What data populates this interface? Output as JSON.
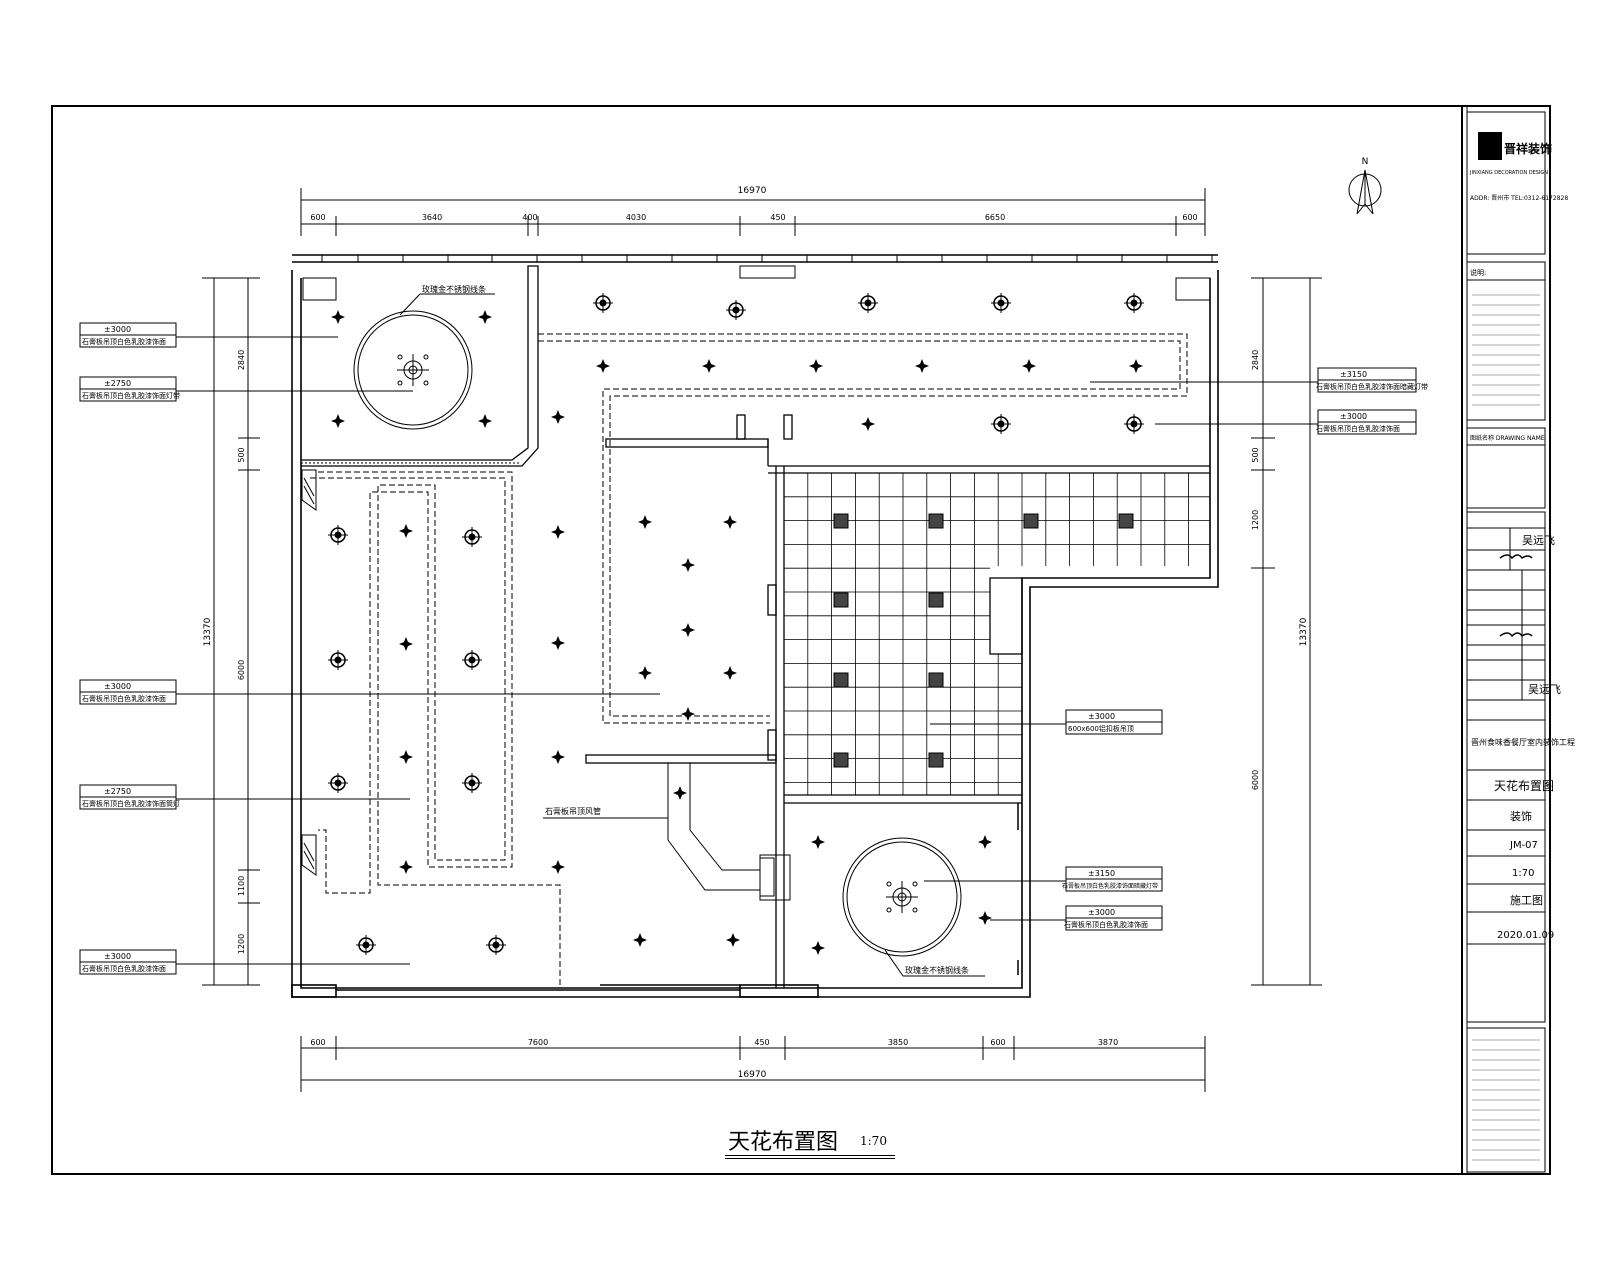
{
  "drawing": {
    "title": "天花布置图",
    "scale": "1:70",
    "north": "N"
  },
  "dimensions": {
    "top_total": "16970",
    "top_segments": [
      "600",
      "3640",
      "400",
      "4030",
      "450",
      "6650",
      "600"
    ],
    "bottom_total": "16970",
    "bottom_segments": [
      "600",
      "7600",
      "450",
      "3850",
      "600",
      "3870"
    ],
    "left_total": "13370",
    "left_segments": [
      "2840",
      "500",
      "6000",
      "1100",
      "1200"
    ],
    "right_total": "13370",
    "right_segments": [
      "2840",
      "500",
      "1200",
      "6000"
    ]
  },
  "annotations": {
    "left": [
      {
        "level": "±3000",
        "text": "石膏板吊顶白色乳胶漆饰面"
      },
      {
        "level": "±2750",
        "text": "石膏板吊顶白色乳胶漆饰面灯带"
      },
      {
        "level": "±3000",
        "text": "石膏板吊顶白色乳胶漆饰面"
      },
      {
        "level": "±2750",
        "text": "石膏板吊顶白色乳胶漆饰面筒灯"
      },
      {
        "level": "±3000",
        "text": "石膏板吊顶白色乳胶漆饰面"
      }
    ],
    "right": [
      {
        "level": "±3150",
        "text": "石膏板吊顶白色乳胶漆饰面暗藏灯带"
      },
      {
        "level": "±3000",
        "text": "石膏板吊顶白色乳胶漆饰面"
      },
      {
        "level": "±3000",
        "text": "600x600铝扣板吊顶"
      },
      {
        "level": "±3150",
        "text": "石膏板吊顶白色乳胶漆饰面暗藏灯带"
      },
      {
        "level": "±3000",
        "text": "石膏板吊顶白色乳胶漆饰面"
      }
    ],
    "inner_top_left": "玫瑰金不锈钢线条",
    "inner_bottom_right": "玫瑰金不锈钢线条",
    "inner_middle": "石膏板吊顶风管"
  },
  "title_block": {
    "company_logo": "晋祥装饰",
    "company_line": "JINXIANG DECORATION DESIGN",
    "address_line": "ADDR: 晋州市 TEL:0312-6172828",
    "notes_header": "说明:",
    "drawing_name_label": "图纸名称 DRAWING NAME",
    "designer": "吴远飞",
    "checker": "吴远飞",
    "project": "晋州食味香餐厅室内装饰工程",
    "sheet_title": "天花布置图",
    "discipline": "装饰",
    "sheet_no": "JM-07",
    "scale": "1:70",
    "stage": "施工图",
    "date": "2020.01.09"
  }
}
